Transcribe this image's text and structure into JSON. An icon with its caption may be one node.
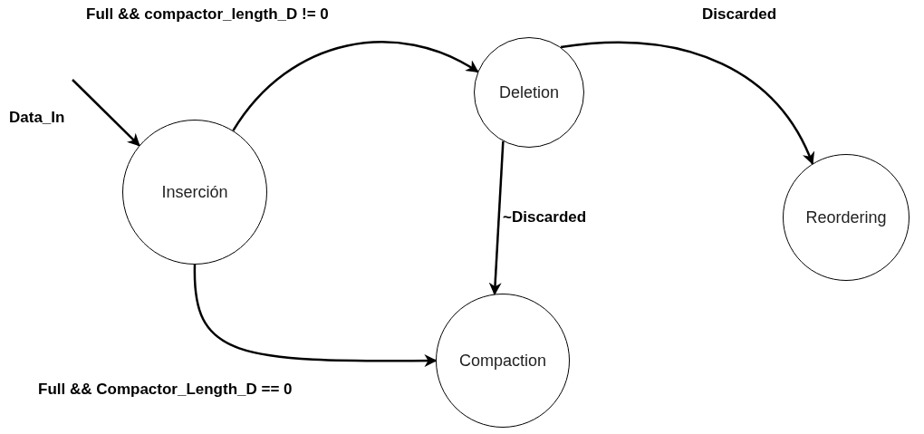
{
  "diagram": {
    "nodes": [
      {
        "text": [
          "Inserción"
        ]
      },
      {
        "text": [
          "Deletion"
        ]
      },
      {
        "text": [
          "Reordering"
        ]
      },
      {
        "text": [
          "Compaction"
        ]
      }
    ],
    "edges": [
      {
        "from": null,
        "to": 0,
        "arrow": "to",
        "label": "Data_In"
      },
      {
        "from": 0,
        "to": 1,
        "arrow": "to",
        "label": "Full && compactor_length_D != 0"
      },
      {
        "from": 1,
        "to": 2,
        "arrow": "to",
        "label": "Discarded"
      },
      {
        "from": 1,
        "to": 3,
        "arrow": "to",
        "label": "~Discarded"
      },
      {
        "from": 0,
        "to": 3,
        "arrow": "to",
        "label": "Full && Compactor_Length_D == 0"
      }
    ]
  }
}
